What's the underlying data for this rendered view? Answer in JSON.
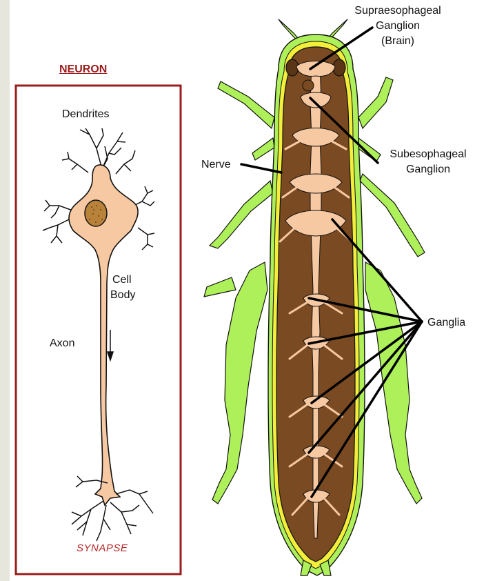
{
  "neuron_panel": {
    "title": "NEURON",
    "labels": {
      "dendrites": "Dendrites",
      "cell_body_1": "Cell",
      "cell_body_2": "Body",
      "axon": "Axon",
      "synapse": "SYNAPSE"
    }
  },
  "insect_panel": {
    "labels": {
      "supra_1": "Supraesophageal",
      "supra_2": "Ganglion",
      "supra_3": "(Brain)",
      "sub_1": "Subesophageal",
      "sub_2": "Ganglion",
      "nerve": "Nerve",
      "ganglia": "Ganglia"
    }
  },
  "colors": {
    "background": "#e6e6dc",
    "frame": "#9a1c1c",
    "cell": "#f7c9a2",
    "nucleus": "#b8823a",
    "body_brown": "#7a4a22",
    "leg_green": "#aef05a",
    "outline_yellow": "#f2ee3a"
  }
}
